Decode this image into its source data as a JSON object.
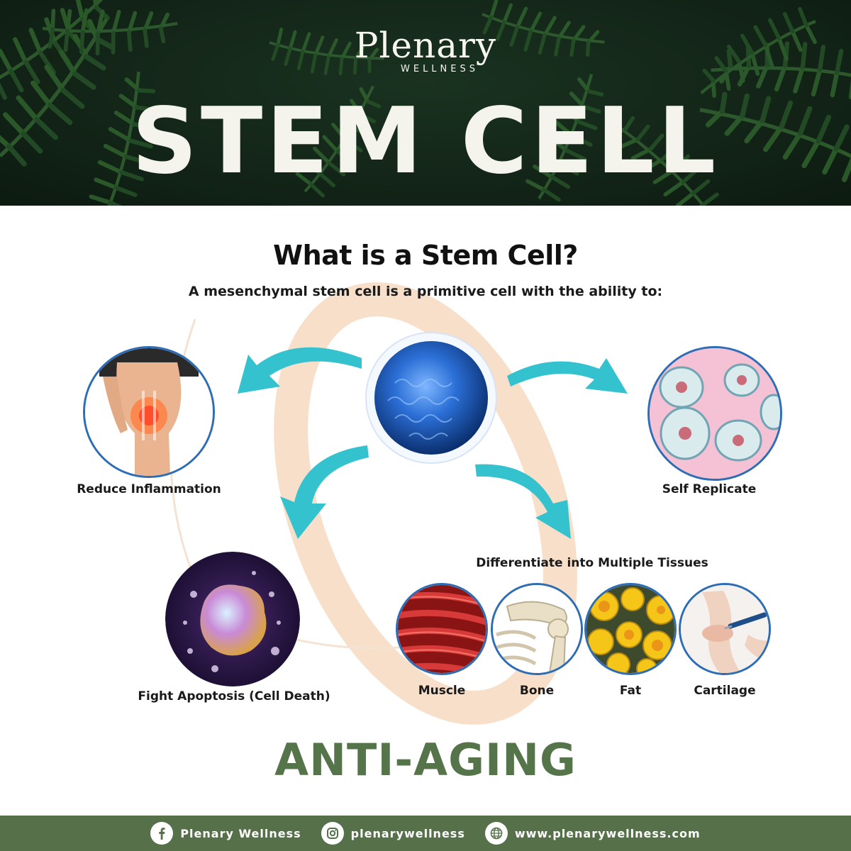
{
  "brand": {
    "name": "Plenary",
    "sub": "WELLNESS"
  },
  "hero": {
    "title": "STEM CELL"
  },
  "infographic": {
    "title": "What is a Stem Cell?",
    "subtitle": "A mesenchymal stem cell is a primitive cell with the ability to:",
    "abilities": {
      "reduce_inflammation": "Reduce Inflammation",
      "self_replicate": "Self Replicate",
      "fight_apoptosis": "Fight Apoptosis (Cell Death)",
      "differentiate": "Differentiate into Multiple Tissues"
    },
    "tissues": [
      "Muscle",
      "Bone",
      "Fat",
      "Cartilage"
    ]
  },
  "tagline": "ANTI-AGING",
  "footer": {
    "facebook": {
      "icon": "facebook-icon",
      "label": "Plenary Wellness"
    },
    "instagram": {
      "icon": "instagram-icon",
      "label": "plenarywellness"
    },
    "website": {
      "icon": "globe-icon",
      "label": "www.plenarywellness.com"
    }
  },
  "colors": {
    "header_bg": "#16291b",
    "accent_green": "#55744a",
    "arrow_teal": "#35c2cf",
    "circle_border": "#2e6db5",
    "ring_peach": "#f6dcc3"
  }
}
